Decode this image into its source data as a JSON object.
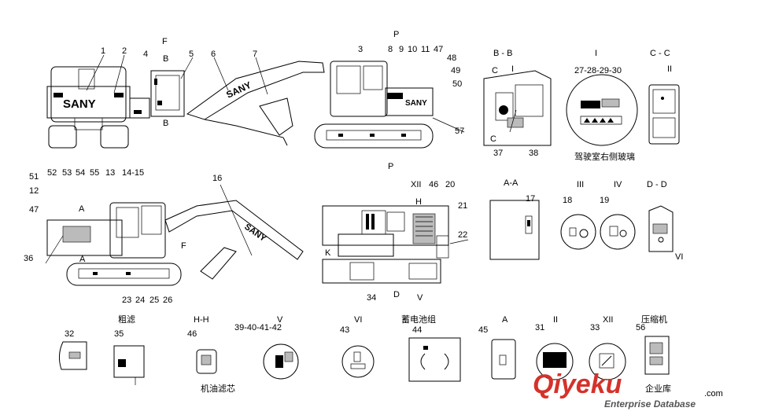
{
  "callouts": [
    "1",
    "2",
    "3",
    "4",
    "5",
    "6",
    "7",
    "8",
    "9",
    "10",
    "11",
    "47",
    "48",
    "49",
    "50",
    "57",
    "27-28-29-30",
    "37",
    "38",
    "51",
    "52",
    "53",
    "54",
    "55",
    "13",
    "14-15",
    "12",
    "47",
    "36",
    "16",
    "23",
    "24",
    "25",
    "26",
    "46",
    "20",
    "21",
    "22",
    "17",
    "18",
    "19",
    "34",
    "32",
    "35",
    "46",
    "39-40-41-42",
    "43",
    "44",
    "45",
    "31",
    "33",
    "56"
  ],
  "sections": {
    "F_top": "F",
    "B_top": "B",
    "B_bottom": "B",
    "P_top": "P",
    "BB": "B - B",
    "I_title": "I",
    "I_in": "I",
    "CC": "C - C",
    "II_in": "II",
    "C1": "C",
    "C2": "C",
    "AA_head": "A-A",
    "III": "III",
    "IV": "IV",
    "DD": "D - D",
    "VI_in": "VI",
    "P_mid": "P",
    "XII": "XII",
    "H": "H",
    "K": "K",
    "D": "D",
    "V_in": "V",
    "A1": "A",
    "A2": "A",
    "F_mid": "F",
    "HH": "H-H",
    "V": "V",
    "VI": "VI",
    "A3": "A",
    "II": "II",
    "XII_b": "XII"
  },
  "chinese": {
    "cab_glass": "驾驶室右侧玻璃",
    "coarse_filter": "粗滤",
    "battery": "蓄电池组",
    "compressor": "压缩机",
    "oil_filter": "机油滤芯"
  },
  "brand": {
    "machine": "SANY",
    "watermark": "Qiyeku",
    "watermark_cn": "企业库",
    "watermark_sub": "Enterprise Database",
    "watermark_domain": ".com"
  },
  "colors": {
    "watermark_red": "#d4322a",
    "ink": "#000000"
  }
}
